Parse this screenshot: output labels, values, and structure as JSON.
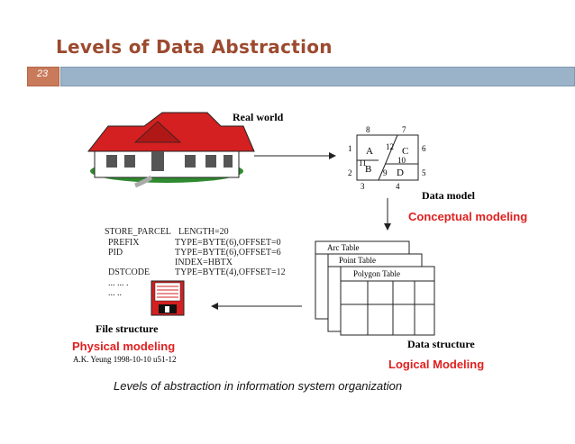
{
  "slide": {
    "title": "Levels of Data Abstraction",
    "number": "23",
    "caption": "Levels of abstraction in information system organization"
  },
  "diagram": {
    "real_world_label": "Real world",
    "data_model_label": "Data model",
    "conceptual_label": "Conceptual modeling",
    "data_structure_label": "Data structure",
    "logical_label": "Logical Modeling",
    "file_structure_label": "File structure",
    "physical_label": "Physical modeling",
    "credit": "A.K. Yeung 1998-10-10 u51-12",
    "map_numbers": [
      "8",
      "7",
      "1",
      "12",
      "6",
      "11",
      "10",
      "2",
      "9",
      "5",
      "3",
      "4"
    ],
    "map_regions": [
      "A",
      "B",
      "C",
      "D"
    ],
    "tables": [
      "Arc Table",
      "Point Table",
      "Polygon Table"
    ],
    "file_rows": [
      [
        "STORE_PARCEL",
        "LENGTH=20"
      ],
      [
        "PREFIX",
        "TYPE=BYTE(6),OFFSET=0"
      ],
      [
        "PID",
        "TYPE=BYTE(6),OFFSET=6"
      ],
      [
        "",
        "INDEX=HBTX"
      ],
      [
        "DSTCODE",
        "TYPE=BYTE(4),OFFSET=12"
      ],
      [
        "... ... .",
        ""
      ],
      [
        "... ..",
        ""
      ]
    ]
  },
  "colors": {
    "title": "#9c4a2f",
    "accent_box": "#c97a5a",
    "bar": "#9ab3c9",
    "label_red": "#e02020",
    "house_roof": "#d42020",
    "house_wall": "#ffffff",
    "grass": "#2f8a2f",
    "disk": "#d42020"
  },
  "icons": [
    "house-icon",
    "floppy-disk-icon",
    "arrow-right-icon",
    "arrow-down-icon",
    "arrow-left-icon"
  ]
}
